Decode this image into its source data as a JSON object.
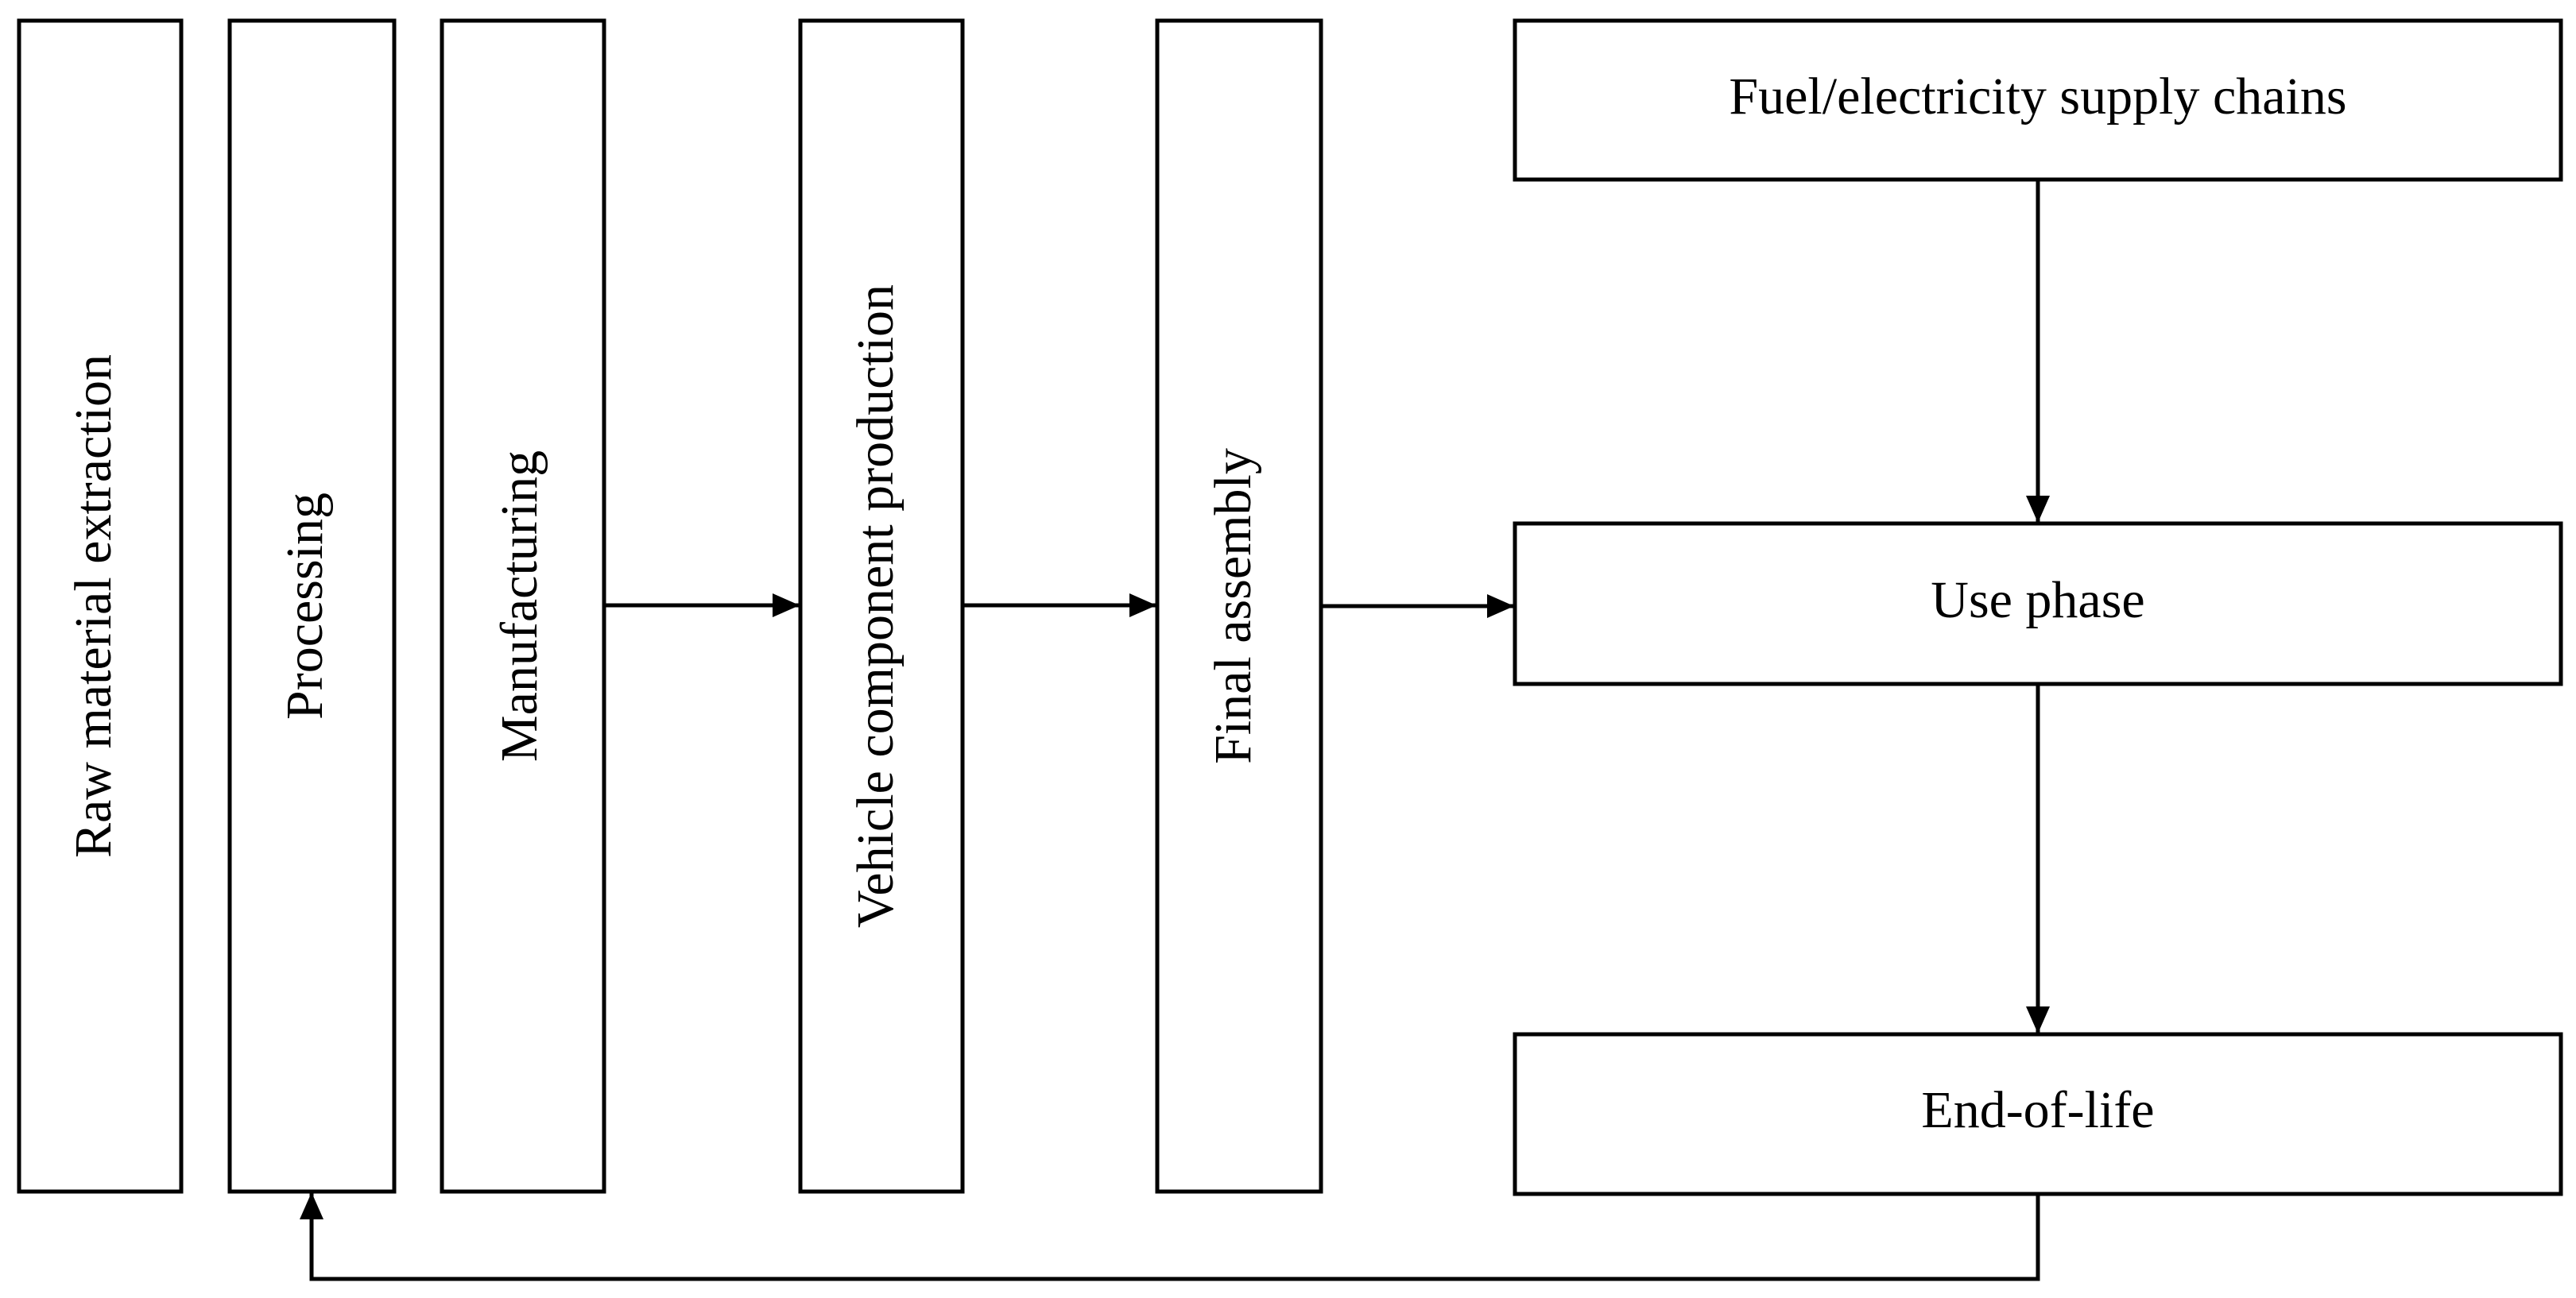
{
  "nodes": {
    "raw_material_extraction": "Raw material extraction",
    "processing": "Processing",
    "manufacturing": "Manufacturing",
    "vehicle_component_production": "Vehicle component production",
    "final_assembly": "Final assembly",
    "fuel_electricity_supply_chains": "Fuel/electricity supply chains",
    "use_phase": "Use phase",
    "end_of_life": "End-of-life"
  },
  "edges": [
    {
      "from": "manufacturing",
      "to": "vehicle_component_production"
    },
    {
      "from": "vehicle_component_production",
      "to": "final_assembly"
    },
    {
      "from": "final_assembly",
      "to": "use_phase"
    },
    {
      "from": "fuel_electricity_supply_chains",
      "to": "use_phase"
    },
    {
      "from": "use_phase",
      "to": "end_of_life"
    },
    {
      "from": "end_of_life",
      "to": "processing"
    }
  ],
  "colors": {
    "stroke": "#000000",
    "background": "#ffffff"
  }
}
